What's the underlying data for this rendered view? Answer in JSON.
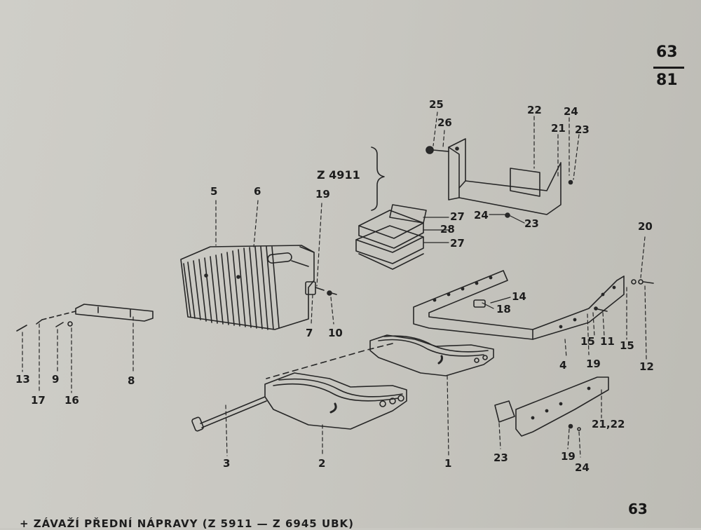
{
  "page_ref": {
    "numerator": "63",
    "denominator": "81"
  },
  "page_number": "63",
  "group_label": "Z 4911",
  "caption": "+ ZÁVAŽÍ PŘEDNÍ NÁPRAVY (Z 5911 — Z 6945 UBK)",
  "callouts": {
    "c1": "1",
    "c2": "2",
    "c3": "3",
    "c4": "4",
    "c5": "5",
    "c6": "6",
    "c7": "7",
    "c8": "8",
    "c9": "9",
    "c10": "10",
    "c11": "11",
    "c12": "12",
    "c13": "13",
    "c14": "14",
    "c15a": "15",
    "c15b": "15",
    "c16": "16",
    "c17": "17",
    "c18": "18",
    "c19a": "19",
    "c19b": "19",
    "c19c": "19",
    "c20": "20",
    "c21": "21",
    "c21_22": "21,22",
    "c22": "22",
    "c23a": "23",
    "c23b": "23",
    "c23c": "23",
    "c24a": "24",
    "c24b": "24",
    "c24c": "24",
    "c25": "25",
    "c26": "26",
    "c27a": "27",
    "c27b": "27",
    "c28": "28"
  }
}
